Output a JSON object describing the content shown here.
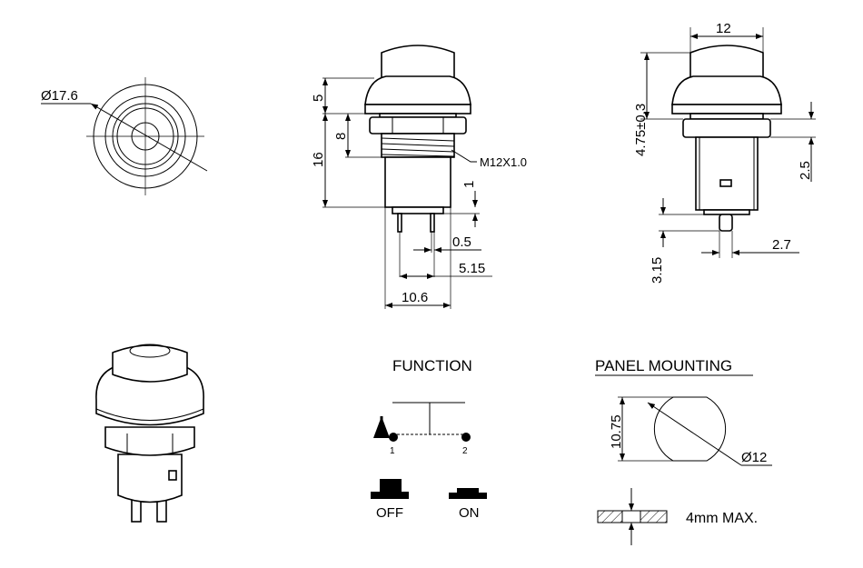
{
  "front_view": {
    "diameter_label": "Ø17.6"
  },
  "side_view": {
    "dim_cap": "5",
    "dim_body": "16",
    "dim_thread": "8",
    "thread_label": "M12X1.0",
    "dim_base": "1",
    "dim_pin_width": "0.5",
    "dim_pin_spacing": "5.15",
    "dim_body_width": "10.6"
  },
  "right_view": {
    "dim_cap_width": "12",
    "dim_head_height": "4.75±0.3",
    "dim_nut": "2.5",
    "dim_pin_length": "3.15",
    "dim_pin_offset": "2.7"
  },
  "function": {
    "title": "FUNCTION",
    "terminal_1": "1",
    "terminal_2": "2",
    "off_label": "OFF",
    "on_label": "ON"
  },
  "panel_mounting": {
    "title": "PANEL MOUNTING",
    "flat_dim": "10.75",
    "hole_dim": "Ø12",
    "thickness_label": "4mm MAX."
  }
}
